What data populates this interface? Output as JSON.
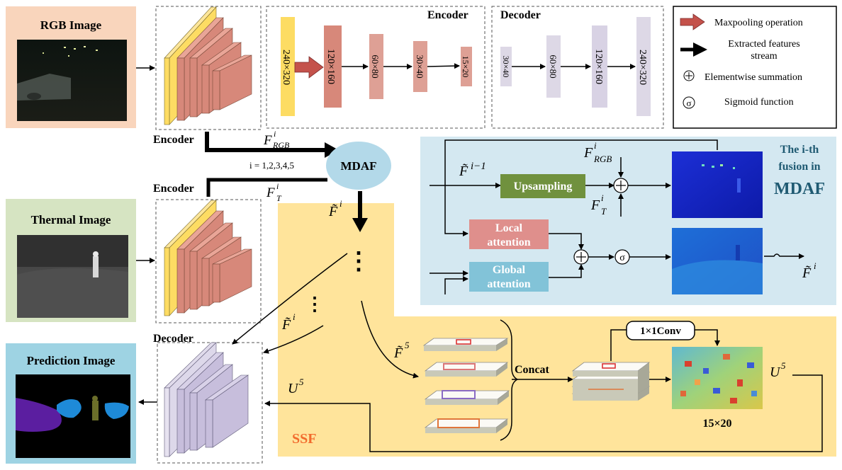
{
  "colors": {
    "rgb_panel": "#f9d5bc",
    "thermal_panel": "#d6e4c2",
    "prediction_panel": "#9ed3e3",
    "ssf_bg": "#ffe49b",
    "mdaf_panel": "#d4e8f1",
    "mdaf_node": "#b3d9e9",
    "upsampling": "#70913e",
    "local_attention": "#df8f8c",
    "global_attention": "#82c3d8",
    "ssf_label": "#f26b2d",
    "mdaf_title": "#1f5a72",
    "enc_yellow": "#fddc63",
    "enc_red": "#d7887a",
    "dec_purple": "#c7bedc"
  },
  "panels": {
    "rgb": "RGB Image",
    "thermal": "Thermal Image",
    "prediction": "Prediction Image"
  },
  "labels": {
    "encoder_top": "Encoder",
    "encoder_mid": "Encoder",
    "decoder": "Decoder",
    "mdaf": "MDAF",
    "i_range": "i = 1,2,3,4,5",
    "f_rgb_main": "F",
    "f_rgb_sup": "i",
    "f_rgb_sub": "RGB",
    "f_t_main": "F",
    "f_t_sup": "i",
    "f_t_sub": "T",
    "ftilde_i": "F̃",
    "sup_i": "i",
    "ftilde_5": "F̃",
    "sup_5": "5",
    "u5_main": "U",
    "dots_v": "⋮",
    "dots_v2": "⋮",
    "ssf": "SSF",
    "concat": "Concat",
    "conv": "1×1Conv",
    "size_15x20": "15×20"
  },
  "encoder_detail": {
    "title": "Encoder",
    "blocks": [
      "240×320",
      "120×160",
      "60×80",
      "30×40",
      "15×20"
    ]
  },
  "decoder_detail": {
    "title": "Decoder",
    "blocks": [
      "30×40",
      "60×80",
      "120×160",
      "240×320"
    ]
  },
  "legend": {
    "maxpool": "Maxpooling operation",
    "stream_1": "Extracted features",
    "stream_2": "stream",
    "sum": "Elementwise summation",
    "sigmoid": "Sigmoid function"
  },
  "mdaf_detail": {
    "title_1": "The i-th",
    "title_2": "fusion in",
    "title_3": "MDAF",
    "input_main": "F̃",
    "input_sup": "i−1",
    "upsampling": "Upsampling",
    "local_1": "Local",
    "local_2": "attention",
    "global_1": "Global",
    "global_2": "attention",
    "f_rgb_main": "F",
    "f_rgb_sup": "i",
    "f_rgb_sub": "RGB",
    "f_t_main": "F",
    "f_t_sup": "i",
    "f_t_sub": "T",
    "output_main": "F̃",
    "output_sup": "i",
    "plus_symbol": "+",
    "sigma_symbol": "σ"
  }
}
